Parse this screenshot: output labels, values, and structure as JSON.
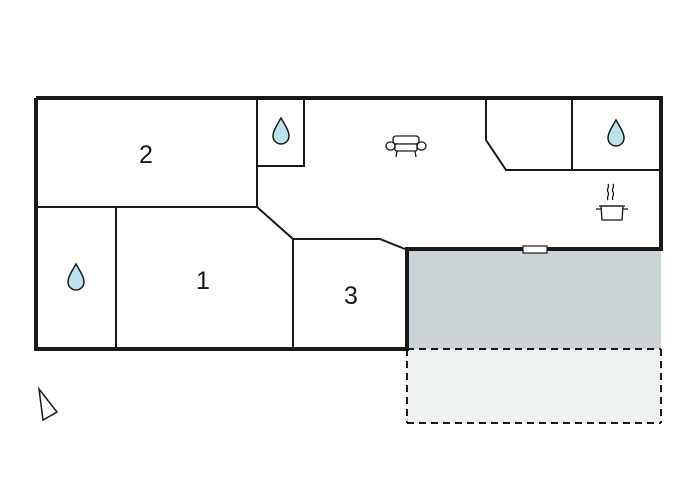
{
  "rooms": [
    {
      "id": "room-2",
      "label": "2"
    },
    {
      "id": "room-1",
      "label": "1"
    },
    {
      "id": "room-3",
      "label": "3"
    }
  ],
  "icons": {
    "bathroom": "water-drop-icon",
    "living": "sofa-icon",
    "kitchen": "cooking-pot-icon",
    "compass": "north-arrow-icon"
  },
  "colors": {
    "wall": "#1a1a1a",
    "water_drop_fill": "#bde3ea",
    "covered_terrace": "#ccd3d7",
    "open_terrace": "#eef2f3",
    "background": "#ffffff"
  }
}
